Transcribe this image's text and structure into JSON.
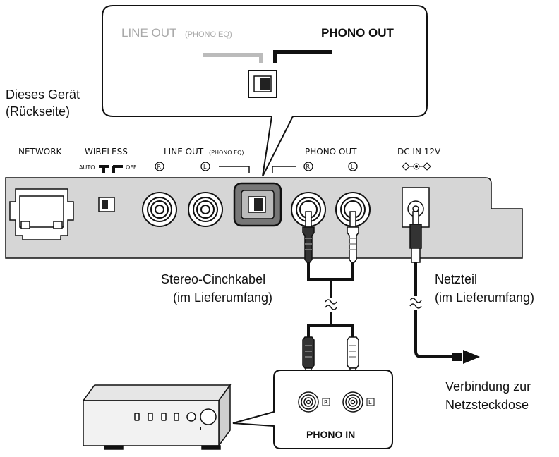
{
  "device_label": [
    "Dieses Gerät",
    "(Rückseite)"
  ],
  "callout": {
    "line_out": "LINE OUT",
    "phono_eq": "(PHONO EQ)",
    "phono_out": "PHONO OUT"
  },
  "panel": {
    "network": "NETWORK",
    "wireless": "WIRELESS",
    "auto": "AUTO",
    "off": "OFF",
    "line_out": "LINE OUT",
    "phono_eq": "(PHONO EQ)",
    "phono_out": "PHONO OUT",
    "dc_in": "DC IN 12V",
    "r": "R",
    "l": "L"
  },
  "cable_label": [
    "Stereo-Cinchkabel",
    "(im Lieferumfang)"
  ],
  "adapter_label": [
    "Netzteil",
    "(im Lieferumfang)"
  ],
  "outlet_label": [
    "Verbindung zur",
    "Netzsteckdose"
  ],
  "phono_in": {
    "title": "PHONO IN",
    "r": "R",
    "l": "L"
  },
  "colors": {
    "panel_fill": "#d6d6d6",
    "line": "#111111",
    "plug_dark": "#333333",
    "plug_light": "#ffffff"
  }
}
